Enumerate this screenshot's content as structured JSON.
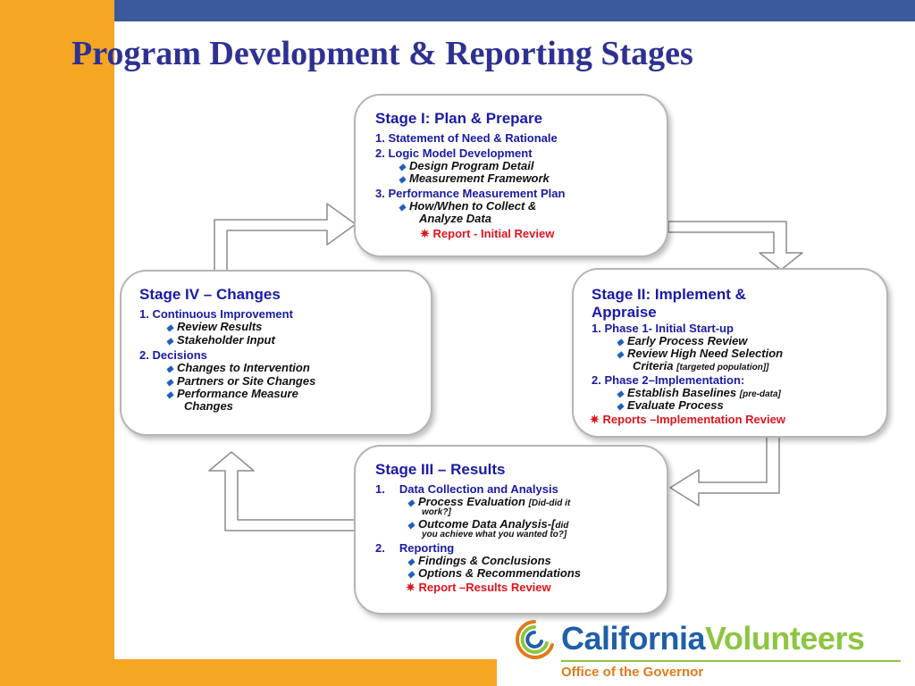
{
  "slide": {
    "title": "Program Development & Reporting Stages"
  },
  "stage1": {
    "title": "Stage I: Plan & Prepare",
    "item1": "1.  Statement of Need & Rationale",
    "item2": "2.  Logic Model Development",
    "item2_b1": "Design Program Detail",
    "item2_b2": "Measurement Framework",
    "item3": "3.  Performance Measurement Plan",
    "item3_b1a": "How/When to Collect &",
    "item3_b1b": "Analyze Data",
    "report": "Report - Initial Review"
  },
  "stage2": {
    "title_a": "Stage II: Implement &",
    "title_b": "Appraise",
    "item1": "1.   Phase 1- Initial Start-up",
    "item1_b1": "Early Process Review",
    "item1_b2a": "Review High Need Selection",
    "item1_b2b": "Criteria",
    "item1_b2c": "[targeted population]]",
    "item2": "2.   Phase 2–Implementation:",
    "item2_b1": "Establish Baselines",
    "item2_b1_note": "[pre-data]",
    "item2_b2": "Evaluate Process",
    "report": "Reports –Implementation Review"
  },
  "stage3": {
    "title": "Stage III – Results",
    "item1_num": "1.",
    "item1": "Data Collection and Analysis",
    "item1_b1": "Process Evaluation",
    "item1_b1_note_a": "[Did-did it",
    "item1_b1_note_b": "work?]",
    "item1_b2": "Outcome Data Analysis-[",
    "item1_b2_note_a": "did",
    "item1_b2_note_b": "you achieve what you wanted to?]",
    "item2_num": "2.",
    "item2": "Reporting",
    "item2_b1": "Findings & Conclusions",
    "item2_b2": "Options & Recommendations",
    "report": "Report –Results Review"
  },
  "stage4": {
    "title": "Stage IV – Changes",
    "item1": "1.  Continuous Improvement",
    "item1_b1": "Review Results",
    "item1_b2": "Stakeholder Input",
    "item2": "2.  Decisions",
    "item2_b1": "Changes to Intervention",
    "item2_b2": "Partners or Site Changes",
    "item2_b3a": "Performance Measure",
    "item2_b3b": "Changes"
  },
  "logo": {
    "word1": "California",
    "word2": "Volunteers",
    "subtitle": "Office of the Governor"
  },
  "colors": {
    "title": "#2e3192",
    "stage_text": "#1a1aa6",
    "report_red": "#e0151d",
    "band_orange": "#f5a623",
    "top_bar_blue": "#3a5a9b",
    "logo_blue": "#1f5fa8",
    "logo_green": "#8cc63f",
    "logo_orange": "#e07b1a"
  }
}
